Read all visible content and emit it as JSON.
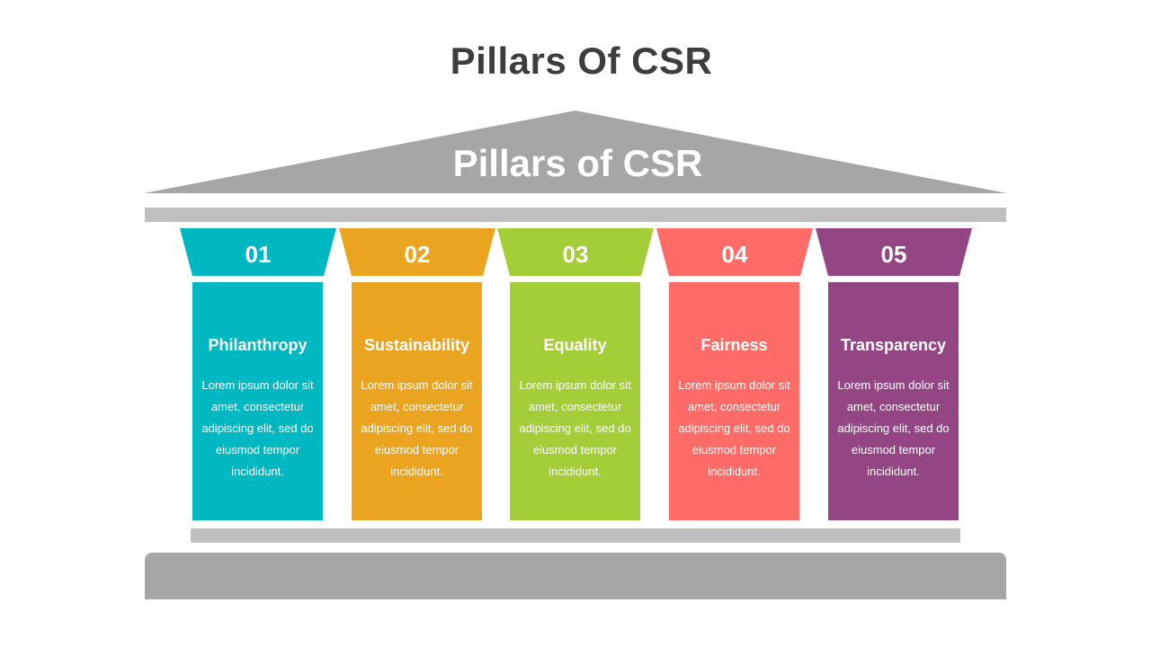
{
  "page_title": "Pillars Of CSR",
  "roof": {
    "title": "Pillars of CSR",
    "color": "#a6a6a6"
  },
  "pillars": [
    {
      "number": "01",
      "title": "Philanthropy",
      "description": "Lorem ipsum dolor sit amet, consectetur adipiscing elit, sed do eiusmod tempor incididunt.",
      "color": "#00b8c2"
    },
    {
      "number": "02",
      "title": "Sustainability",
      "description": "Lorem ipsum dolor sit amet, consectetur adipiscing elit, sed do eiusmod tempor incididunt.",
      "color": "#eba420"
    },
    {
      "number": "03",
      "title": "Equality",
      "description": "Lorem ipsum dolor sit amet, consectetur adipiscing elit, sed do eiusmod tempor incididunt.",
      "color": "#a3ce38"
    },
    {
      "number": "04",
      "title": "Fairness",
      "description": "Lorem ipsum dolor sit amet, consectetur adipiscing elit, sed do eiusmod tempor incididunt.",
      "color": "#ff6b66"
    },
    {
      "number": "05",
      "title": "Transparency",
      "description": "Lorem ipsum dolor sit amet, consectetur adipiscing elit, sed do eiusmod tempor incididunt.",
      "color": "#944584"
    }
  ]
}
